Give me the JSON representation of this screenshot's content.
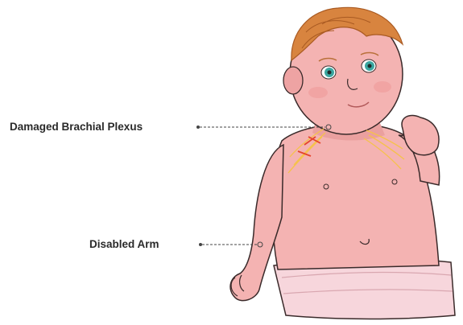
{
  "labels": {
    "brachial_plexus": "Damaged Brachial Plexus",
    "disabled_arm": "Disabled Arm"
  },
  "colors": {
    "skin": "#f4b3b2",
    "skin_shadow": "#e48f8f",
    "outline": "#3a2a2a",
    "hair": "#d8843f",
    "hair_dark": "#a95a22",
    "eyes": "#3aa6a0",
    "nerves": "#f5c24a",
    "nerve_damage": "#e5452b",
    "diaper": "#f7d6dc",
    "leader_line": "#444444"
  },
  "icons": {
    "pointer_dot": "small filled circle at label end",
    "pointer_ring": "small hollow circle on body"
  }
}
